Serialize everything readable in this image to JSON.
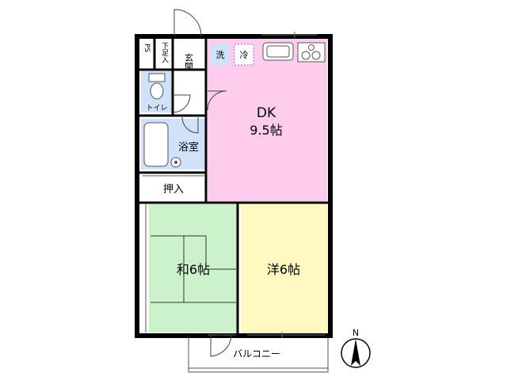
{
  "floorplan": {
    "rooms": {
      "dk": {
        "name": "DK",
        "size": "9.5帖"
      },
      "washitsu": {
        "label": "和6帖"
      },
      "youshitsu": {
        "label": "洋6帖"
      },
      "bath": {
        "label": "浴室"
      },
      "toilet": {
        "label": "トイレ"
      },
      "closet": {
        "label": "押入"
      },
      "entrance": {
        "label": "玄関"
      },
      "shoe_storage": {
        "label": "下足入"
      },
      "ps": {
        "label": "PS"
      },
      "washer": {
        "label": "洗"
      },
      "fridge": {
        "label": "冷"
      },
      "balcony": {
        "label": "バルコニー"
      }
    },
    "compass": {
      "label": "N"
    },
    "colors": {
      "dk": "#ffccee",
      "washitsu": "#ccf2cc",
      "youshitsu": "#fff8c0",
      "wet": "#cfe2f9",
      "wall": "#000000"
    }
  }
}
